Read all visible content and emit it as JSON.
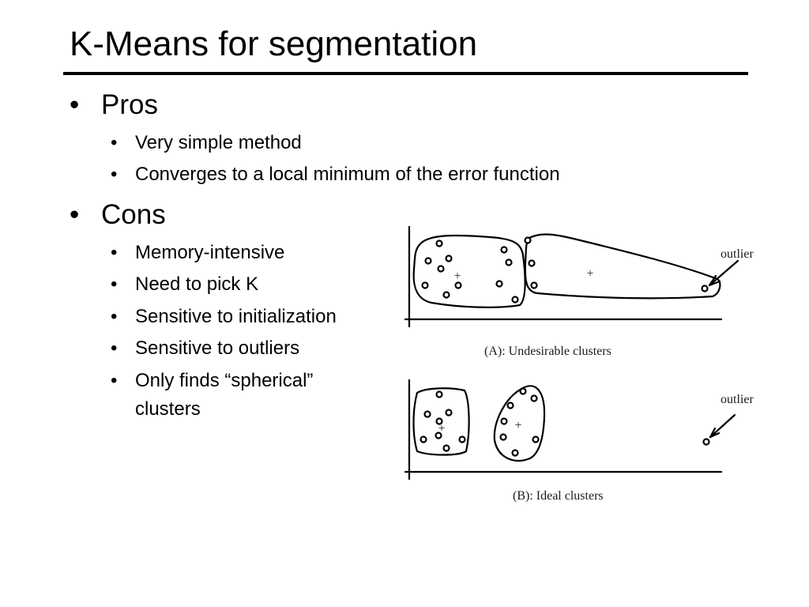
{
  "title": "K-Means for segmentation",
  "sections": {
    "pros": {
      "heading": "Pros",
      "items": [
        "Very simple method",
        "Converges to a local minimum of the error function"
      ]
    },
    "cons": {
      "heading": "Cons",
      "items": [
        "Memory-intensive",
        "Need to pick K",
        "Sensitive to initialization",
        "Sensitive to outliers",
        "Only finds “spherical”",
        "clusters"
      ]
    }
  },
  "bullet_symbol": "•",
  "figure": {
    "panel_a": {
      "outlier_label": "outlier",
      "centroid_symbol": "+",
      "caption": "(A): Undesirable clusters"
    },
    "panel_b": {
      "outlier_label": "outlier",
      "centroid_symbol": "+",
      "caption": "(B): Ideal clusters"
    }
  }
}
